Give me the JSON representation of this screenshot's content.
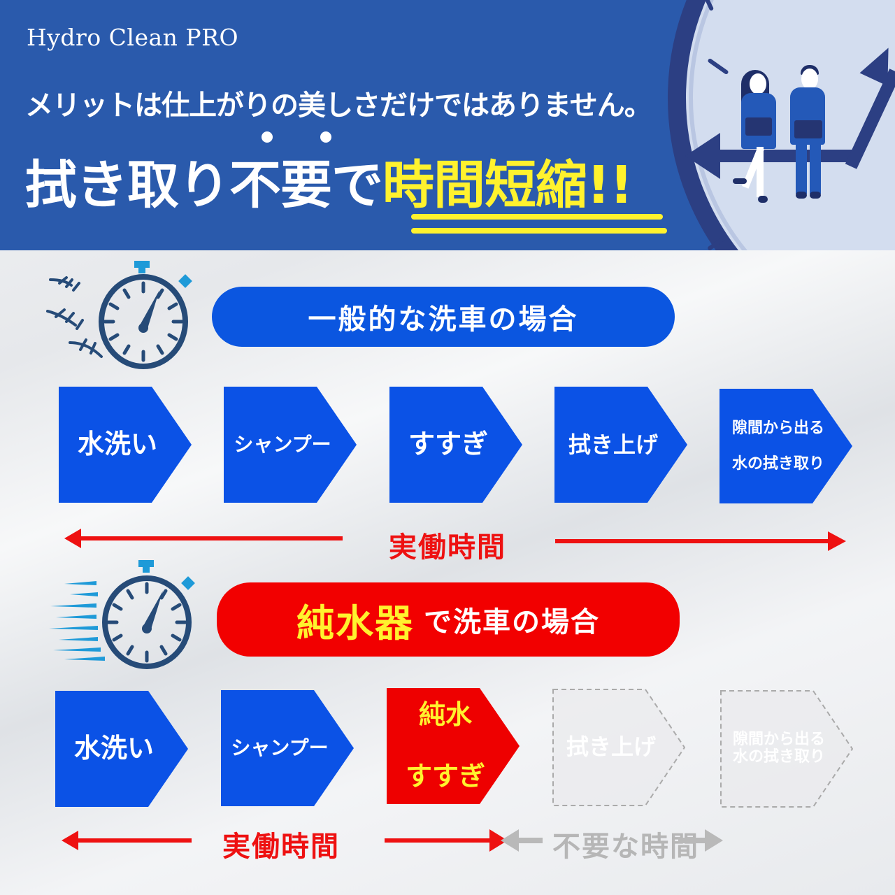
{
  "header": {
    "brand": "Hydro Clean PRO",
    "subtitle": "メリットは仕上がりの美しさだけではありません。",
    "headline_part1": "拭き取り不要で",
    "headline_emphasis": "時間短縮!!",
    "illustration": "business-people-on-clock-hand"
  },
  "colors": {
    "header_blue": "#2a5aac",
    "accent_yellow": "#fff22e",
    "step_blue": "#0b52e6",
    "pill_blue": "#0b56e0",
    "red": "#ee0000",
    "grey": "#b9b9b9",
    "stopwatch_navy": "#264b78",
    "stopwatch_cyan": "#1e9ad8"
  },
  "general": {
    "title": "一般的な洗車の場合",
    "icon": "stopwatch-icon",
    "steps": [
      {
        "label": "水洗い"
      },
      {
        "label": "シャンプー"
      },
      {
        "label": "すすぎ"
      },
      {
        "label": "拭き上げ"
      },
      {
        "label_line1": "隙間から出る",
        "label_line2": "水の拭き取り"
      }
    ],
    "timeline_label": "実働時間"
  },
  "purewater": {
    "title_emphasis": "純水器",
    "title_rest": "で洗車の場合",
    "icon": "fast-stopwatch-icon",
    "steps": [
      {
        "label": "水洗い"
      },
      {
        "label": "シャンプー"
      },
      {
        "label_line1": "純水",
        "label_line2": "すすぎ"
      },
      {
        "label": "拭き上げ",
        "state": "unnecessary"
      },
      {
        "label_line1": "隙間から出る",
        "label_line2": "水の拭き取り",
        "state": "unnecessary"
      }
    ],
    "timeline_label": "実働時間",
    "unneeded_label": "不要な時間"
  }
}
